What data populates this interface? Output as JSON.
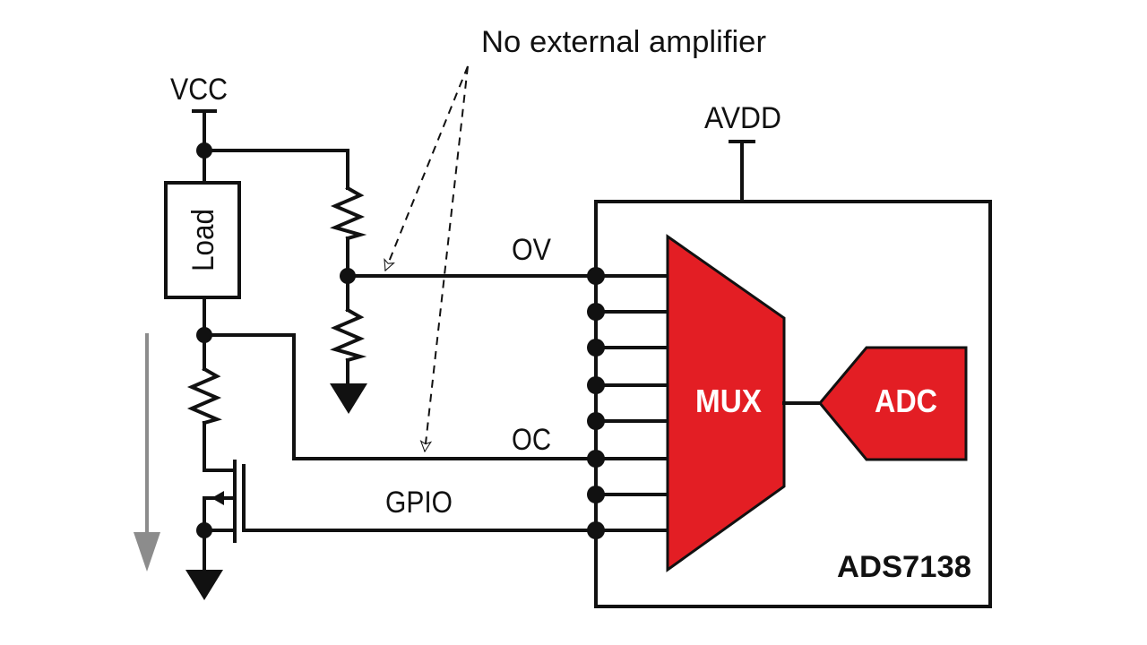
{
  "labels": {
    "annotation": "No external amplifier",
    "vcc": "VCC",
    "avdd": "AVDD",
    "load": "Load",
    "ov": "OV",
    "oc": "OC",
    "gpio": "GPIO",
    "mux": "MUX",
    "adc": "ADC",
    "chip": "ADS7138"
  },
  "colors": {
    "block_fill": "#E31E24",
    "line": "#111111",
    "current_arrow": "#8C8C8C"
  },
  "mux_inputs": 8
}
